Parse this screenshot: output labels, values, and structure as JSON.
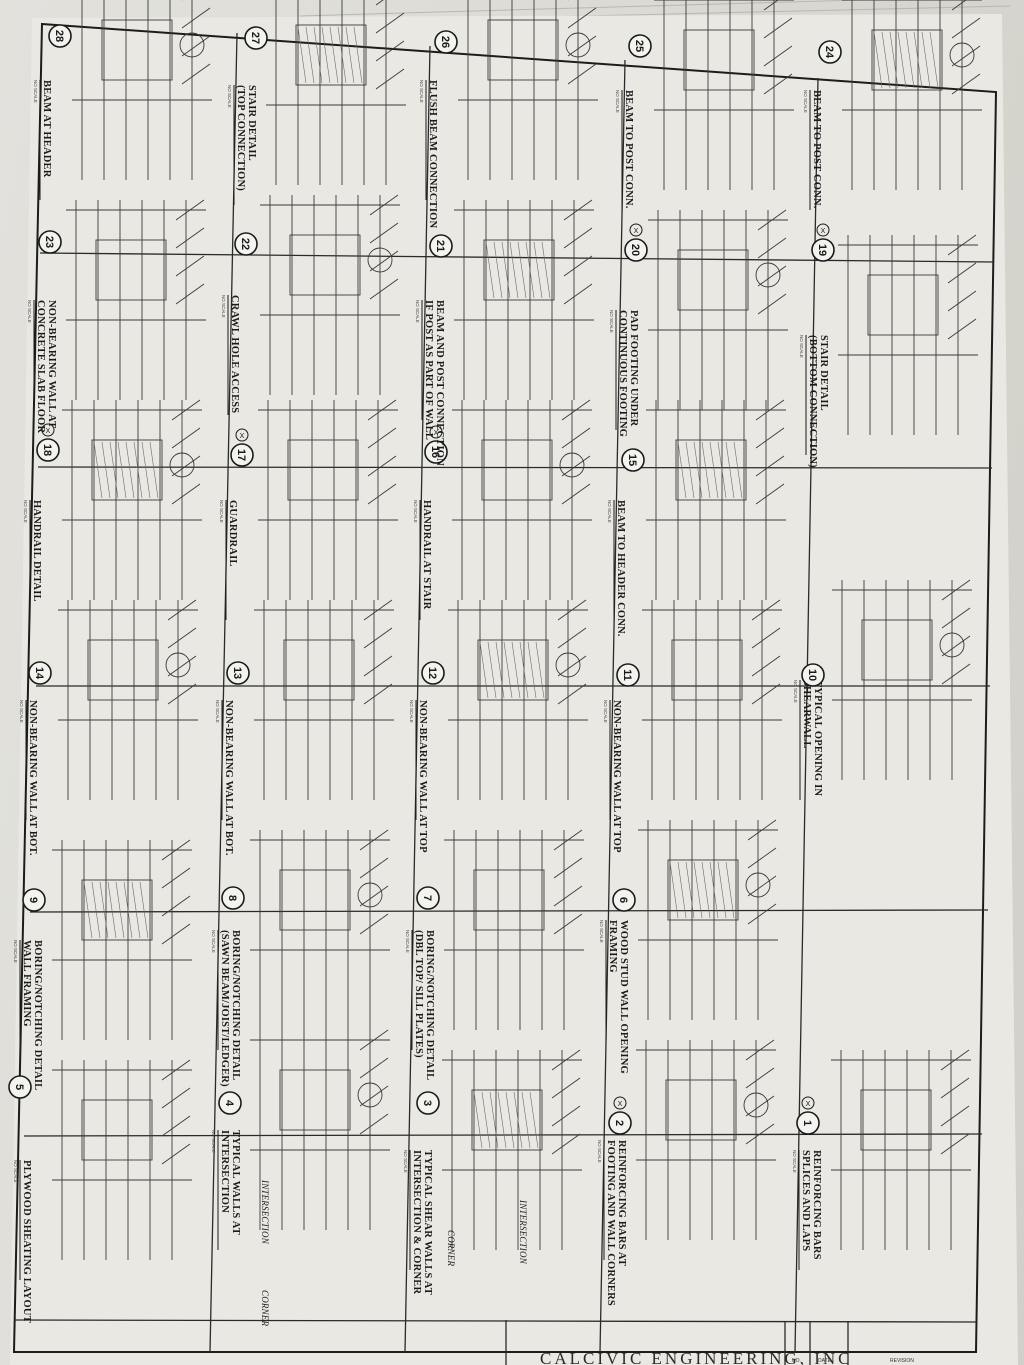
{
  "titleblock": {
    "company": "CALCIVIC ENGINEERING, INC",
    "col_no": "NO.",
    "col_date": "DATE",
    "col_revision": "REVISION"
  },
  "details": [
    {
      "num": "1",
      "title": [
        "REINFORCING BARS",
        "SPLICES AND LAPS"
      ],
      "rev": true
    },
    {
      "num": "2",
      "title": [
        "REINFORCING BARS AT",
        "FOOTING AND WALL CORNERS"
      ],
      "rev": true
    },
    {
      "num": "3",
      "title": [
        "TYPICAL SHEAR WALLS AT",
        "INTERSECTION & CORNER"
      ],
      "rev": false
    },
    {
      "num": "4",
      "title": [
        "TYPICAL WALLS AT",
        "INTERSECTION"
      ],
      "rev": false
    },
    {
      "num": "5",
      "title": [
        "PLYWOOD SHEATING LAYOUT"
      ],
      "rev": false
    },
    {
      "num": "6",
      "title": [
        "WOOD STUD WALL OPENING",
        "FRAMING"
      ],
      "rev": false
    },
    {
      "num": "7",
      "title": [
        "BORING/NOTCHING DETAIL",
        "(DBL TOP/ SILL PLATES)"
      ],
      "rev": false
    },
    {
      "num": "8",
      "title": [
        "BORING/NOTCHING DETAIL",
        "(SAWN BEAM/JOIST/LEDGER)"
      ],
      "rev": false
    },
    {
      "num": "9",
      "title": [
        "BORING/NOTCHING DETAIL",
        "WALL FRAMING"
      ],
      "rev": false
    },
    {
      "num": "10",
      "title": [
        "TYPICAL OPENING IN",
        "SHEARWALL"
      ],
      "rev": false
    },
    {
      "num": "11",
      "title": [
        "NON-BEARING WALL AT TOP"
      ],
      "rev": false
    },
    {
      "num": "12",
      "title": [
        "NON-BEARING WALL AT TOP"
      ],
      "rev": false
    },
    {
      "num": "13",
      "title": [
        "NON-BEARING WALL AT BOT."
      ],
      "rev": false
    },
    {
      "num": "14",
      "title": [
        "NON-BEARING WALL AT BOT."
      ],
      "rev": false
    },
    {
      "num": "15",
      "title": [
        "BEAM TO HEADER CONN."
      ],
      "rev": false
    },
    {
      "num": "16",
      "title": [
        "HANDRAIL AT STAIR"
      ],
      "rev": true
    },
    {
      "num": "17",
      "title": [
        "GUARDRAIL"
      ],
      "rev": true
    },
    {
      "num": "18",
      "title": [
        "HANDRAIL DETAIL"
      ],
      "rev": true
    },
    {
      "num": "19",
      "title": [
        "STAIR DETAIL",
        "(BOTTOM CONNECTION)"
      ],
      "rev": true
    },
    {
      "num": "20",
      "title": [
        "PAD FOOTING UNDER",
        "CONTINUOUS FOOTING"
      ],
      "rev": true
    },
    {
      "num": "21",
      "title": [
        "BEAM AND POST CONNECTION",
        "IF POST AS PART OF WALL"
      ],
      "rev": false
    },
    {
      "num": "22",
      "title": [
        "CRAWL HOLE ACCESS"
      ],
      "rev": false
    },
    {
      "num": "23",
      "title": [
        "NON-BEARING WALL AT",
        "CONCRETE SLAB FLOOR"
      ],
      "rev": false
    },
    {
      "num": "24",
      "title": [
        "BEAM TO POST CONN."
      ],
      "rev": false
    },
    {
      "num": "25",
      "title": [
        "BEAM TO POST CONN."
      ],
      "rev": false
    },
    {
      "num": "26",
      "title": [
        "FLUSH BEAM CONNECTION"
      ],
      "rev": false
    },
    {
      "num": "27",
      "title": [
        "STAIR DETAIL",
        "(TOP CONNECTION)"
      ],
      "rev": false
    },
    {
      "num": "28",
      "title": [
        "BEAM AT HEADER"
      ],
      "rev": false
    }
  ],
  "labels": {
    "intersection": "INTERSECTION",
    "corner": "CORNER",
    "scale": "NO SCALE",
    "rev_mark": "X"
  }
}
